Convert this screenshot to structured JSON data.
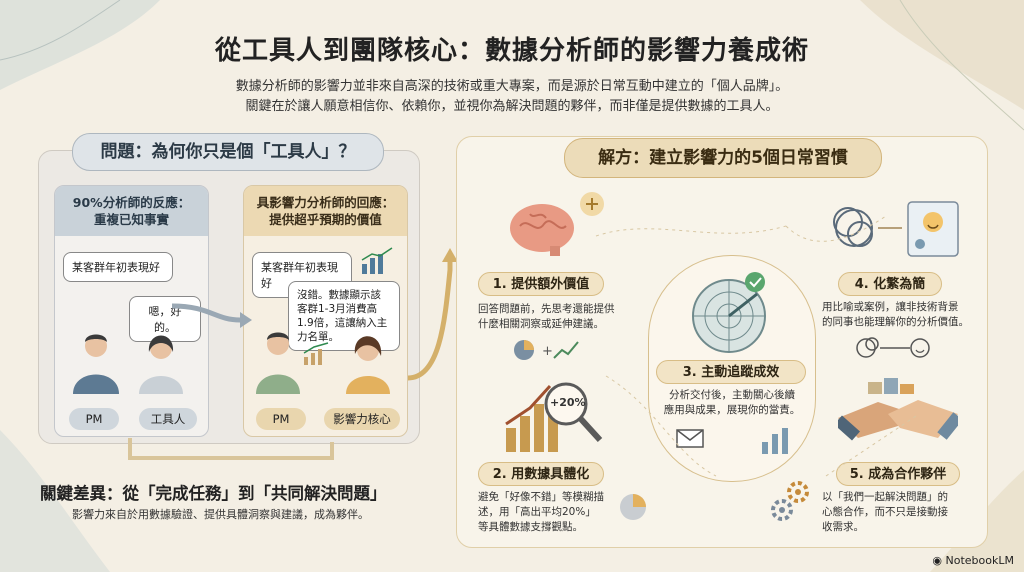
{
  "title": "從工具人到團隊核心：數據分析師的影響力養成術",
  "intro": {
    "line1": "數據分析師的影響力並非來自高深的技術或重大專案，而是源於日常互動中建立的「個人品牌」。",
    "line2": "關鍵在於讓人願意相信你、依賴你，並視你為解決問題的夥伴，而非僅是提供數據的工具人。"
  },
  "problem": {
    "title": "問題：為何你只是個「工具人」？",
    "tool_card": {
      "header_line1": "90%分析師的反應：",
      "header_line2": "重複已知事實",
      "bubble_pm": "某客群年初表現好",
      "bubble_reply": "嗯，好的。",
      "tag_pm": "PM",
      "tag_role": "工具人"
    },
    "impact_card": {
      "header_line1": "具影響力分析師的回應：",
      "header_line2": "提供超乎預期的價值",
      "bubble_pm": "某客群年初表現好",
      "bubble_reply": "沒錯。數據顯示該客群1-3月消費高1.9倍，這讓納入主力名單。",
      "tag_pm": "PM",
      "tag_role": "影響力核心"
    }
  },
  "key_difference": {
    "title": "關鍵差異：從「完成任務」到「共同解決問題」",
    "desc": "影響力來自於用數據驗證、提供具體洞察與建議，成為夥伴。"
  },
  "solution": {
    "title": "解方：建立影響力的5個日常習慣",
    "habits": [
      {
        "title": "1. 提供額外價值",
        "line1": "回答問題前，先思考還能提供",
        "line2": "什麼相關洞察或延伸建議。"
      },
      {
        "title": "2. 用數據具體化",
        "line1": "避免「好像不錯」等模糊描",
        "line2": "述，用「高出平均20%」",
        "line3": "等具體數據支撐觀點。"
      },
      {
        "title": "3. 主動追蹤成效",
        "line1": "分析交付後，主動關心後續",
        "line2": "應用與成果，展現你的當責。"
      },
      {
        "title": "4. 化繁為簡",
        "line1": "用比喻或案例，讓非技術背景",
        "line2": "的同事也能理解你的分析價值。"
      },
      {
        "title": "5. 成為合作夥伴",
        "line1": "以「我們一起解決問題」的",
        "line2": "心態合作，而不只是接動接",
        "line3": "收需求。"
      }
    ],
    "magnifier_label": "+20%"
  },
  "brand": "NotebookLM",
  "colors": {
    "background": "#f4efe4",
    "problem_accent": "#c9d2d9",
    "solution_accent": "#ecd9b3",
    "arrow": "#d4b06a"
  }
}
